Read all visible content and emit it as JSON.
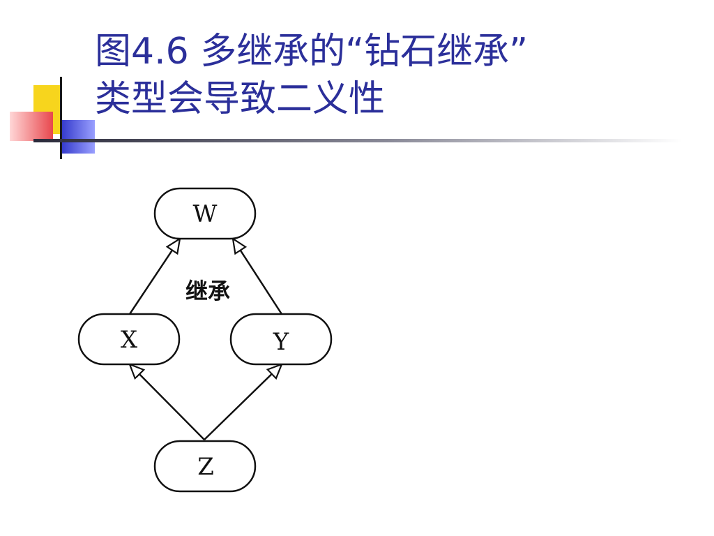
{
  "slide": {
    "title_line1": "图4.6 多继承的“钻石继承”",
    "title_line2": "类型会导致二义性"
  },
  "diagram": {
    "nodes": [
      {
        "id": "W",
        "label": "W"
      },
      {
        "id": "X",
        "label": "X"
      },
      {
        "id": "Y",
        "label": "Y"
      },
      {
        "id": "Z",
        "label": "Z"
      }
    ],
    "edges": [
      {
        "from": "X",
        "to": "W"
      },
      {
        "from": "Y",
        "to": "W"
      },
      {
        "from": "Z",
        "to": "X"
      },
      {
        "from": "Z",
        "to": "Y"
      }
    ],
    "edge_label": "继承"
  },
  "colors": {
    "title": "#2b2f9a",
    "deco_yellow": "#f7d51d",
    "deco_blue": "#2f35c9",
    "deco_red": "#e8474d"
  }
}
